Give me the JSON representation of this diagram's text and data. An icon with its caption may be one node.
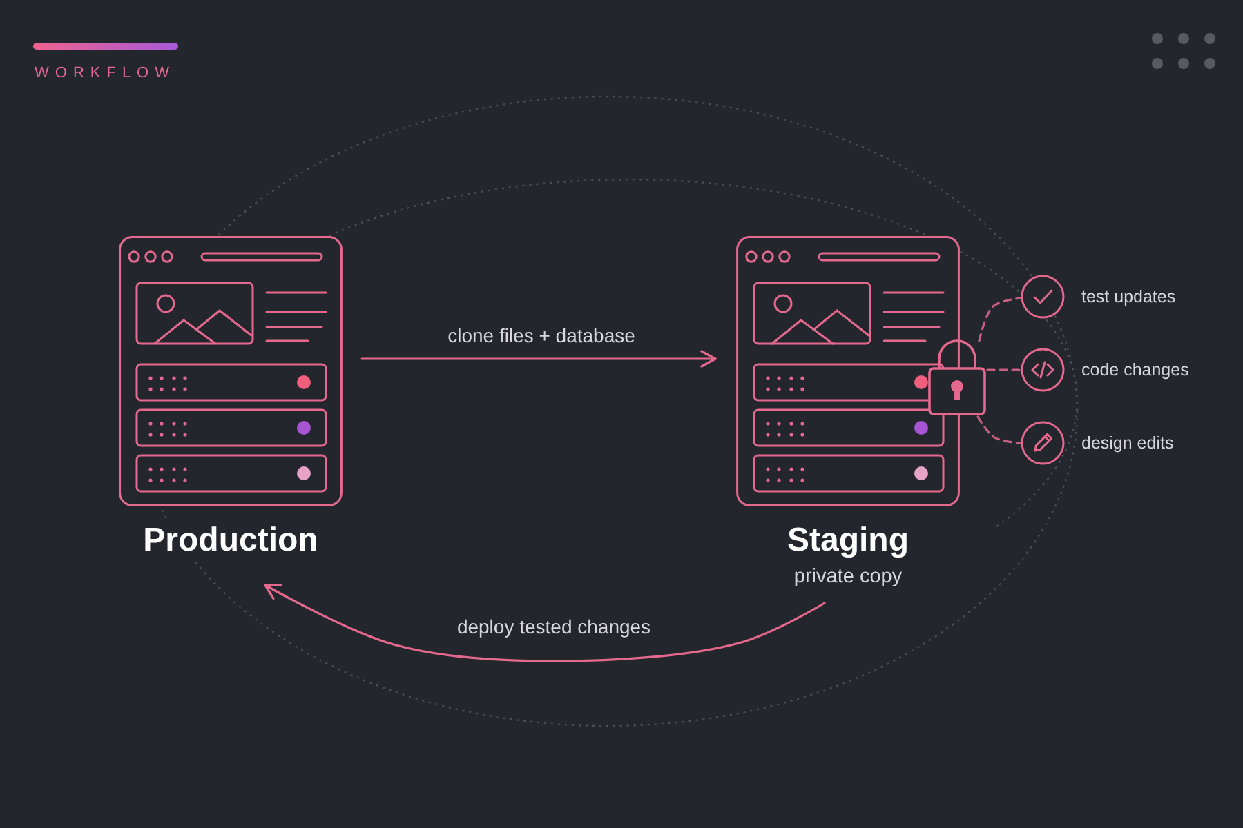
{
  "diagram": {
    "title": "WORKFLOW",
    "nodes": [
      {
        "text": [
          "Production"
        ]
      },
      {
        "text": [
          "Staging",
          "private copy"
        ]
      },
      {
        "text": [],
        "shape": "picture"
      },
      {
        "text": [
          "test updates"
        ]
      },
      {
        "text": [
          "code changes"
        ]
      },
      {
        "text": [
          "design edits"
        ]
      }
    ],
    "edges": [
      {
        "from": 0,
        "to": 1,
        "arrow": "to",
        "label": "clone files + database"
      },
      {
        "from": 1,
        "to": 0,
        "arrow": "to",
        "label": "deploy tested changes"
      },
      {
        "from": 2,
        "to": 3,
        "arrow": "none",
        "style": "dashed"
      },
      {
        "from": 2,
        "to": 4,
        "arrow": "none",
        "style": "dashed"
      },
      {
        "from": 2,
        "to": 5,
        "arrow": "none",
        "style": "dashed"
      }
    ]
  }
}
